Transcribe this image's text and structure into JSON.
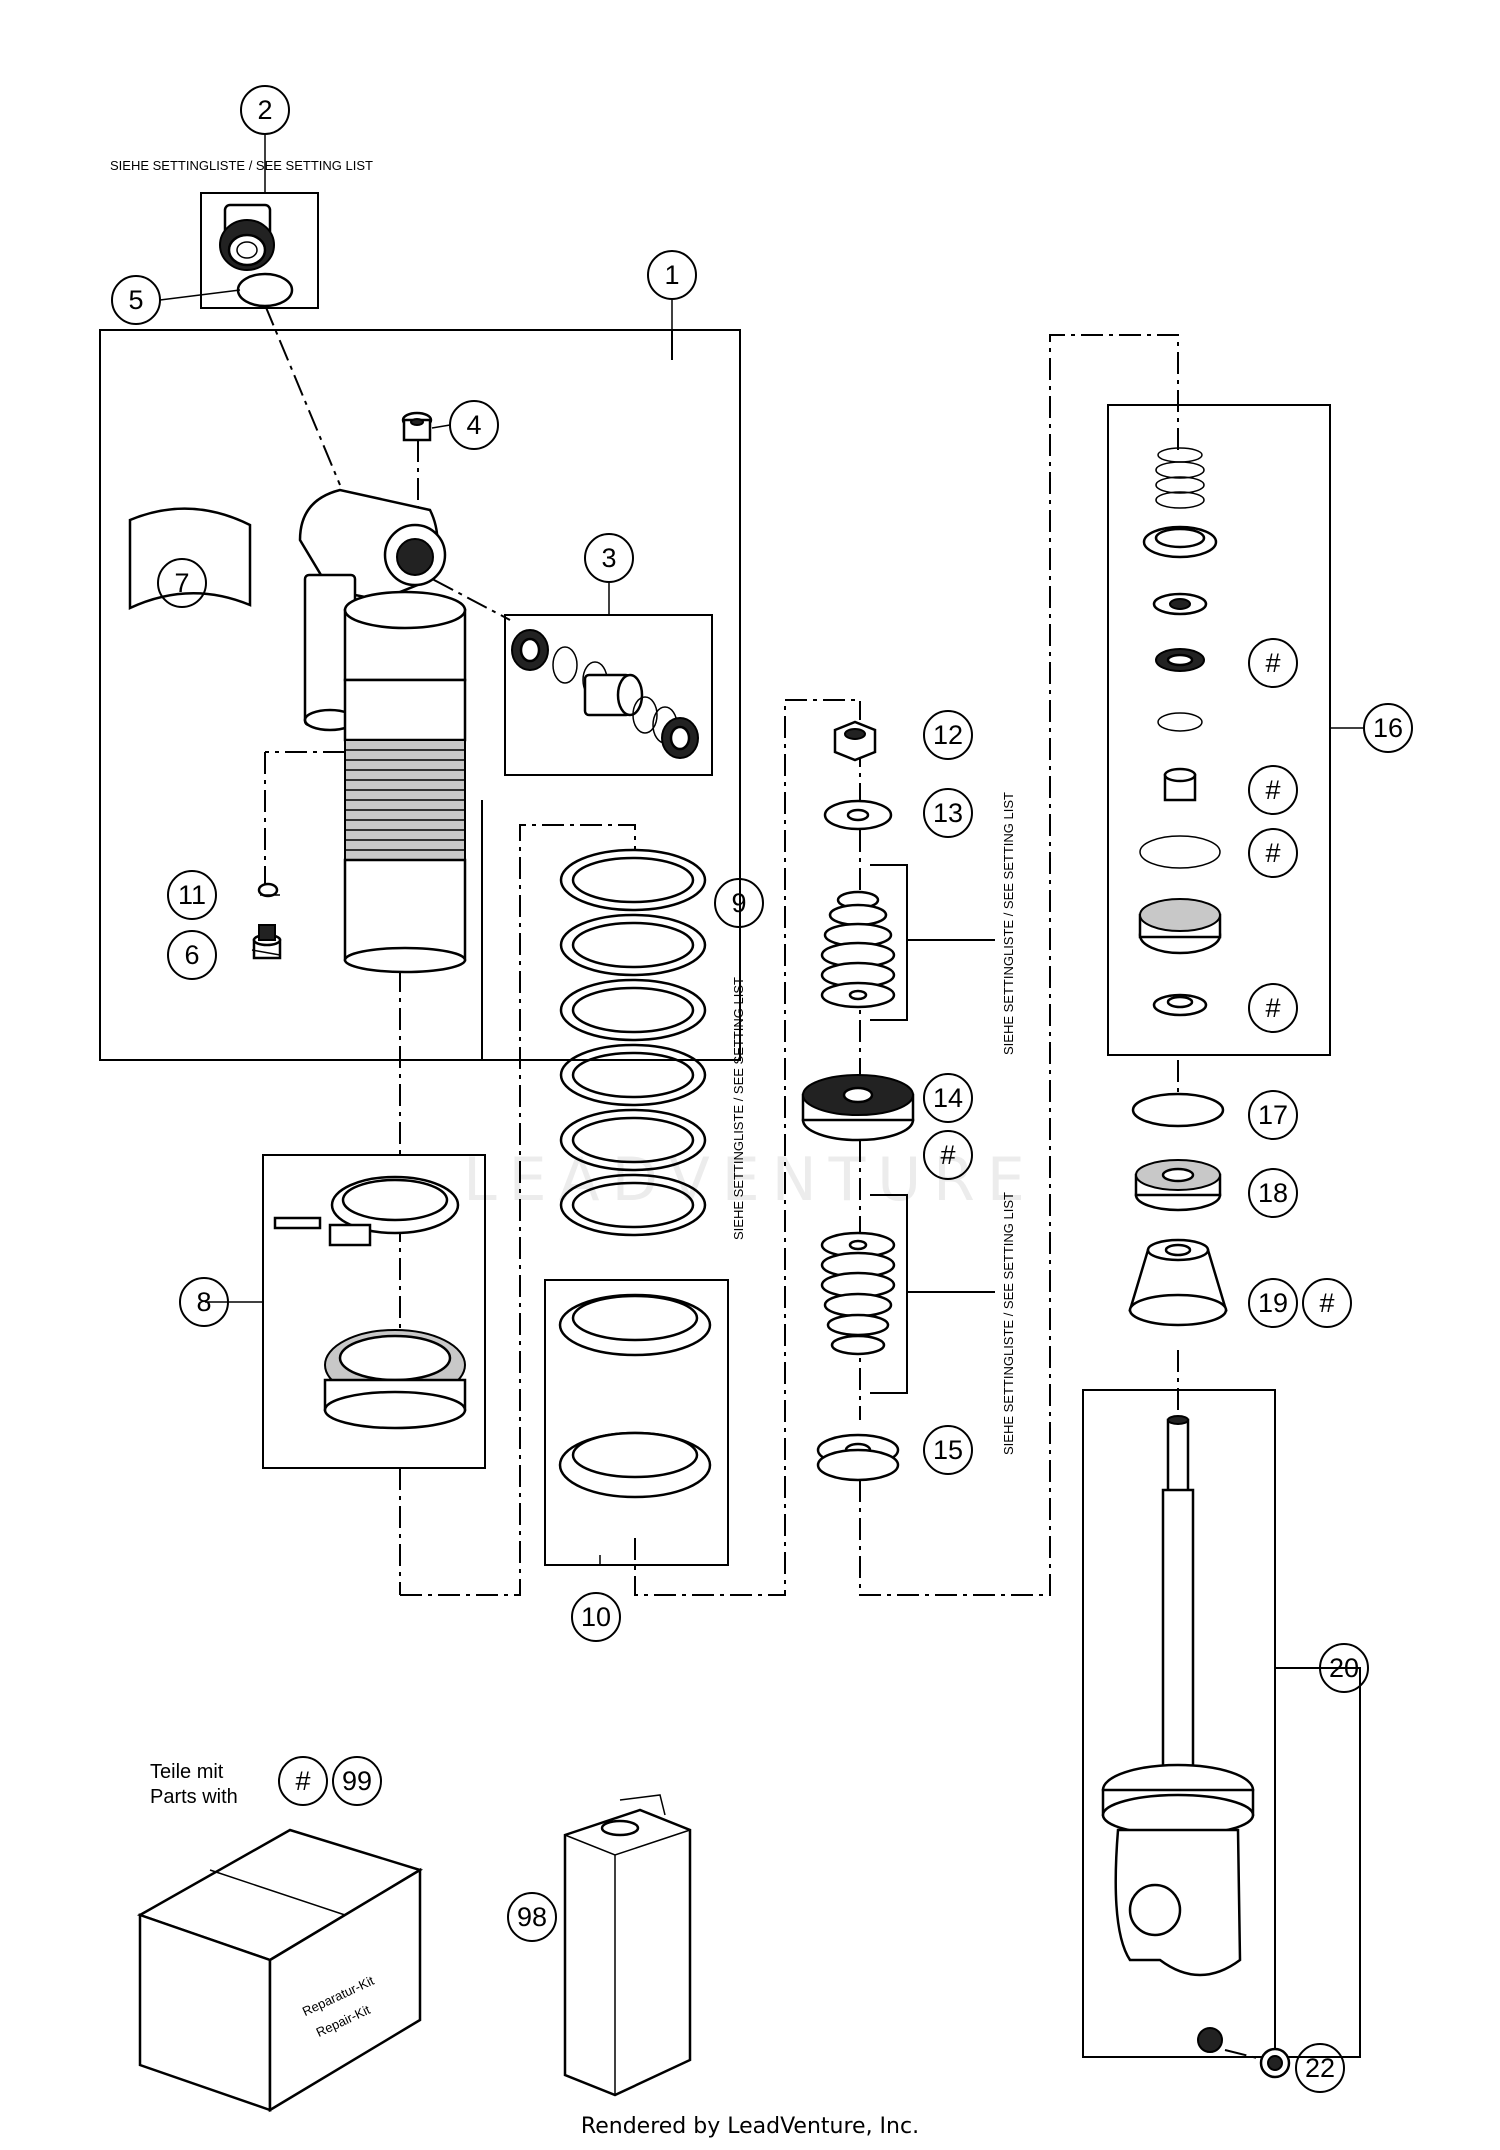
{
  "diagram": {
    "setting_note": "SIEHE SETTINGLISTE / SEE SETTING LIST",
    "callouts": {
      "c1": "1",
      "c2": "2",
      "c3": "3",
      "c4": "4",
      "c5": "5",
      "c6": "6",
      "c7": "7",
      "c8": "8",
      "c9": "9",
      "c10": "10",
      "c11": "11",
      "c12": "12",
      "c13": "13",
      "c14": "14",
      "c15": "15",
      "c16": "16",
      "c17": "17",
      "c18": "18",
      "c19": "19",
      "c20": "20",
      "c22": "22",
      "c98": "98",
      "c99": "99",
      "hash": "#"
    },
    "kit_legend": {
      "line1": "Teile mit",
      "line2": "Parts with"
    },
    "repair_kit": {
      "line1": "Reparatur-Kit",
      "line2": "Repair-Kit"
    },
    "watermark": "LEADVENTURE",
    "footer": "Rendered by LeadVenture, Inc."
  }
}
